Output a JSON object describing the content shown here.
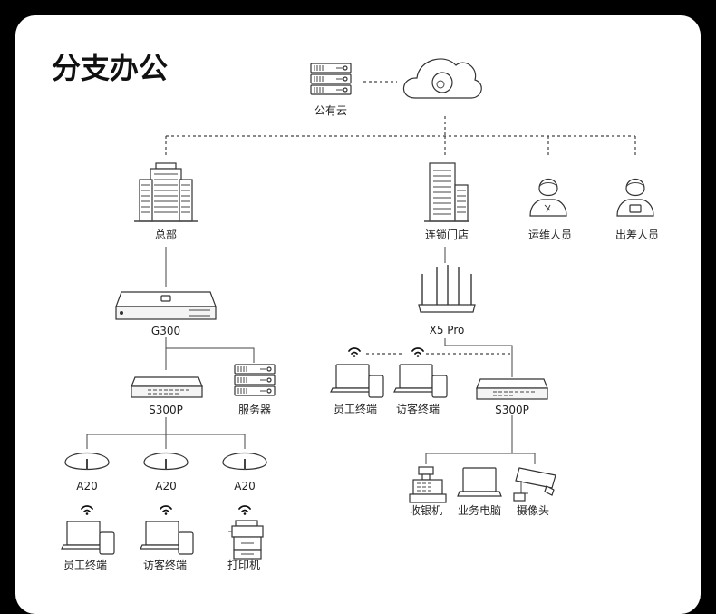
{
  "title": "分支办公",
  "nodes": {
    "public_cloud": "公有云",
    "hq": "总部",
    "chain_store": "连锁门店",
    "ops_staff": "运维人员",
    "travel_staff": "出差人员",
    "g300": "G300",
    "x5pro": "X5 Pro",
    "s300p_left": "S300P",
    "server": "服务器",
    "ap1": "A20",
    "ap2": "A20",
    "ap3": "A20",
    "employee_terminal_left": "员工终端",
    "visitor_terminal_left": "访客终端",
    "printer": "打印机",
    "employee_terminal_right": "员工终端",
    "visitor_terminal_right": "访客终端",
    "s300p_right": "S300P",
    "cashier": "收银机",
    "business_pc": "业务电脑",
    "camera": "摄像头"
  },
  "colors": {
    "background": "#000000",
    "card": "#ffffff",
    "line": "#444444"
  }
}
